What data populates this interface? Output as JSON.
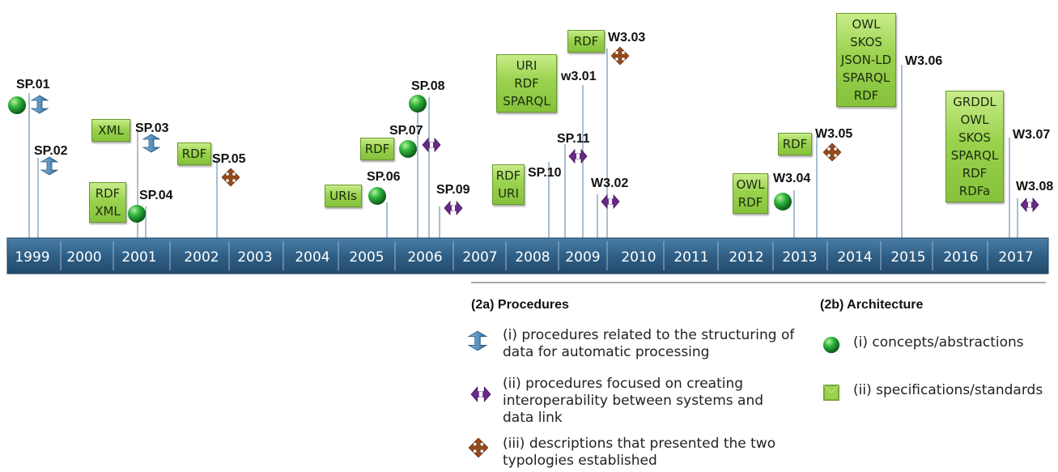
{
  "timeline": {
    "years": [
      "1999",
      "2000",
      "2001",
      "2002",
      "2003",
      "2004",
      "2005",
      "2006",
      "2007",
      "2008",
      "2009",
      "2010",
      "2011",
      "2012",
      "2013",
      "2014",
      "2015",
      "2016",
      "2017"
    ]
  },
  "colors": {
    "bar": "#2f5f86",
    "bar_border": "#1d3d5a",
    "box": "#9ad24e",
    "circle": "#1f9a2e",
    "icon_i": "#4a86b4",
    "icon_ii": "#6a2a8a",
    "icon_iii": "#9a4a1a"
  },
  "events": [
    {
      "label": "SP.01",
      "icon": "structuring-icon",
      "concept": true,
      "boxes": []
    },
    {
      "label": "SP.02",
      "icon": "structuring-icon",
      "concept": false,
      "boxes": []
    },
    {
      "label": "SP.03",
      "icon": "structuring-icon",
      "concept": false,
      "boxes": [
        [
          "XML"
        ]
      ]
    },
    {
      "label": "SP.04",
      "icon": "",
      "concept": true,
      "boxes": [
        [
          "RDF",
          "XML"
        ]
      ]
    },
    {
      "label": "SP.05",
      "icon": "both-typologies-icon",
      "concept": false,
      "boxes": [
        [
          "RDF"
        ]
      ]
    },
    {
      "label": "SP.06",
      "icon": "",
      "concept": true,
      "boxes": [
        [
          "URIs"
        ]
      ]
    },
    {
      "label": "SP.08",
      "icon": "",
      "concept": true,
      "boxes": []
    },
    {
      "label": "SP.07",
      "icon": "interoperability-icon",
      "concept": true,
      "boxes": [
        [
          "RDF"
        ]
      ]
    },
    {
      "label": "SP.09",
      "icon": "interoperability-icon",
      "concept": false,
      "boxes": []
    },
    {
      "label": "SP.10",
      "icon": "",
      "concept": false,
      "boxes": [
        [
          "RDF",
          "URI"
        ]
      ]
    },
    {
      "label": "SP.11",
      "icon": "interoperability-icon",
      "concept": false,
      "boxes": []
    },
    {
      "label": "w3.01",
      "icon": "",
      "concept": false,
      "boxes": [
        [
          "URI",
          "RDF",
          "SPARQL"
        ]
      ]
    },
    {
      "label": "W3.02",
      "icon": "interoperability-icon",
      "concept": false,
      "boxes": []
    },
    {
      "label": "W3.03",
      "icon": "both-typologies-icon",
      "concept": false,
      "boxes": [
        [
          "RDF"
        ]
      ]
    },
    {
      "label": "W3.04",
      "icon": "",
      "concept": true,
      "boxes": [
        [
          "OWL",
          "RDF"
        ]
      ]
    },
    {
      "label": "W3.05",
      "icon": "both-typologies-icon",
      "concept": false,
      "boxes": [
        [
          "RDF"
        ]
      ]
    },
    {
      "label": "W3.06",
      "icon": "",
      "concept": false,
      "boxes": [
        [
          "OWL",
          "SKOS",
          "JSON-LD",
          "SPARQL",
          "RDF"
        ]
      ]
    },
    {
      "label": "W3.07",
      "icon": "",
      "concept": false,
      "boxes": [
        [
          "GRDDL",
          "OWL",
          "SKOS",
          "SPARQL",
          "RDF",
          "RDFa"
        ]
      ]
    },
    {
      "label": "W3.08",
      "icon": "interoperability-icon",
      "concept": false,
      "boxes": []
    }
  ],
  "legend": {
    "procedures": {
      "title": "(2a) Procedures",
      "items": [
        {
          "icon": "structuring-icon",
          "text": "(i) procedures related to the structuring of data for automatic processing"
        },
        {
          "icon": "interoperability-icon",
          "text": "(ii) procedures focused on creating interoperability between systems and data link"
        },
        {
          "icon": "both-typologies-icon",
          "text": "(iii) descriptions that presented the two typologies established"
        }
      ]
    },
    "architecture": {
      "title": "(2b) Architecture",
      "items": [
        {
          "icon": "concept-circle-icon",
          "text": "(i) concepts/abstractions"
        },
        {
          "icon": "specification-box-icon",
          "text": "(ii) specifications/standards"
        }
      ]
    }
  }
}
